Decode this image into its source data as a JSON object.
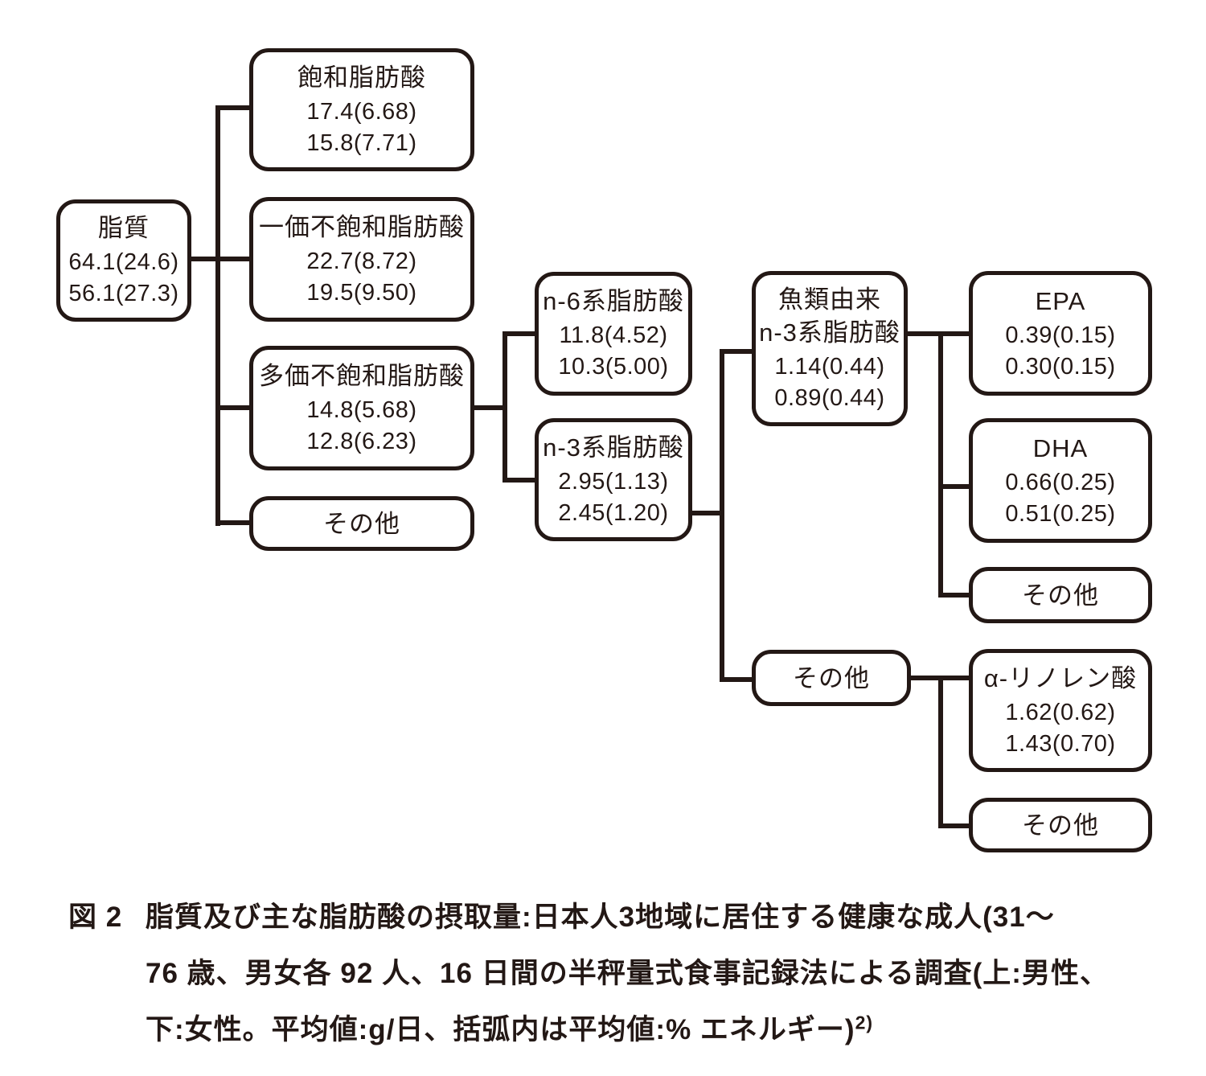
{
  "diagram": {
    "ink_color": "#231815",
    "background_color": "#ffffff",
    "value_note": "upper value = male, lower value = female; mean g/day (mean %energy)",
    "nodes": {
      "lipid": {
        "title": "脂質",
        "male": "64.1(24.6)",
        "female": "56.1(27.3)"
      },
      "saturated": {
        "title": "飽和脂肪酸",
        "male": "17.4(6.68)",
        "female": "15.8(7.71)"
      },
      "mono": {
        "title": "一価不飽和脂肪酸",
        "male": "22.7(8.72)",
        "female": "19.5(9.50)"
      },
      "poly": {
        "title": "多価不飽和脂肪酸",
        "male": "14.8(5.68)",
        "female": "12.8(6.23)"
      },
      "other1": {
        "title": "その他"
      },
      "n6": {
        "title": "n-6系脂肪酸",
        "male": "11.8(4.52)",
        "female": "10.3(5.00)"
      },
      "n3": {
        "title": "n-3系脂肪酸",
        "male": "2.95(1.13)",
        "female": "2.45(1.20)"
      },
      "fish_n3": {
        "title": "魚類由来",
        "title2": "n-3系脂肪酸",
        "male": "1.14(0.44)",
        "female": "0.89(0.44)"
      },
      "epa": {
        "title": "EPA",
        "male": "0.39(0.15)",
        "female": "0.30(0.15)"
      },
      "dha": {
        "title": "DHA",
        "male": "0.66(0.25)",
        "female": "0.51(0.25)"
      },
      "fish_other": {
        "title": "その他"
      },
      "other2": {
        "title": "その他"
      },
      "ala": {
        "title": "α-リノレン酸",
        "male": "1.62(0.62)",
        "female": "1.43(0.70)"
      },
      "other3": {
        "title": "その他"
      }
    }
  },
  "caption": {
    "label": "図 2",
    "lines": [
      "脂質及び主な脂肪酸の摂取量:日本人3地域に居住する健康な成人(31〜",
      "76 歳、男女各 92 人、16 日間の半秤量式食事記録法による調査(上:男性、",
      "下:女性。平均値:g/日、括弧内は平均値:% エネルギー)"
    ],
    "superscript": "2)"
  }
}
